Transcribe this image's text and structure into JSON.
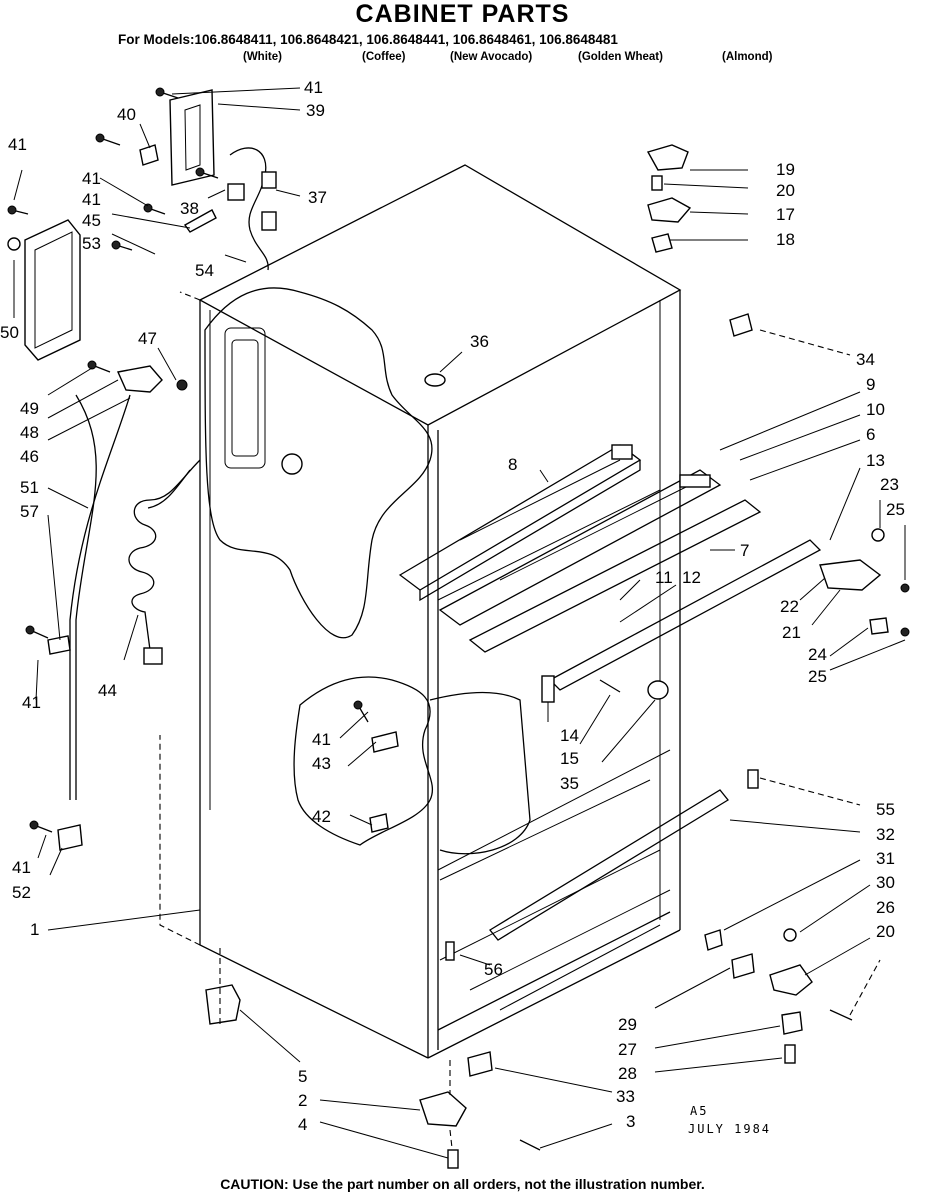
{
  "title": "CABINET PARTS",
  "models_line": "For Models:106.8648411, 106.8648421, 106.8648441, 106.8648461, 106.8648481",
  "colors": [
    "(White)",
    "(Coffee)",
    "(New Avocado)",
    "(Golden Wheat)",
    "(Almond)"
  ],
  "stamp_code": "A5",
  "stamp_date": "JULY 1984",
  "caution_label": "CAUTION:",
  "caution_text": "Use the part number on all orders, not the illustration number.",
  "callouts": [
    {
      "id": "c41a",
      "text": "41"
    },
    {
      "id": "c39",
      "text": "39"
    },
    {
      "id": "c40",
      "text": "40"
    },
    {
      "id": "c41b",
      "text": "41"
    },
    {
      "id": "c41c",
      "text": "41"
    },
    {
      "id": "c37",
      "text": "37"
    },
    {
      "id": "c38",
      "text": "38"
    },
    {
      "id": "c41d",
      "text": "41"
    },
    {
      "id": "c45",
      "text": "45"
    },
    {
      "id": "c53",
      "text": "53"
    },
    {
      "id": "c54",
      "text": "54"
    },
    {
      "id": "c50",
      "text": "50"
    },
    {
      "id": "c47",
      "text": "47"
    },
    {
      "id": "c49",
      "text": "49"
    },
    {
      "id": "c48",
      "text": "48"
    },
    {
      "id": "c46",
      "text": "46"
    },
    {
      "id": "c51",
      "text": "51"
    },
    {
      "id": "c57",
      "text": "57"
    },
    {
      "id": "c41e",
      "text": "41"
    },
    {
      "id": "c44",
      "text": "44"
    },
    {
      "id": "c41f",
      "text": "41"
    },
    {
      "id": "c52",
      "text": "52"
    },
    {
      "id": "c1",
      "text": "1"
    },
    {
      "id": "c36",
      "text": "36"
    },
    {
      "id": "c19",
      "text": "19"
    },
    {
      "id": "c20a",
      "text": "20"
    },
    {
      "id": "c17",
      "text": "17"
    },
    {
      "id": "c18",
      "text": "18"
    },
    {
      "id": "c34",
      "text": "34"
    },
    {
      "id": "c9",
      "text": "9"
    },
    {
      "id": "c10",
      "text": "10"
    },
    {
      "id": "c6",
      "text": "6"
    },
    {
      "id": "c13",
      "text": "13"
    },
    {
      "id": "c8",
      "text": "8"
    },
    {
      "id": "c23",
      "text": "23"
    },
    {
      "id": "c25a",
      "text": "25"
    },
    {
      "id": "c7",
      "text": "7"
    },
    {
      "id": "c11",
      "text": "11"
    },
    {
      "id": "c12",
      "text": "12"
    },
    {
      "id": "c22",
      "text": "22"
    },
    {
      "id": "c21",
      "text": "21"
    },
    {
      "id": "c24",
      "text": "24"
    },
    {
      "id": "c25b",
      "text": "25"
    },
    {
      "id": "c14",
      "text": "14"
    },
    {
      "id": "c15",
      "text": "15"
    },
    {
      "id": "c35",
      "text": "35"
    },
    {
      "id": "c41g",
      "text": "41"
    },
    {
      "id": "c43",
      "text": "43"
    },
    {
      "id": "c42",
      "text": "42"
    },
    {
      "id": "c55",
      "text": "55"
    },
    {
      "id": "c32",
      "text": "32"
    },
    {
      "id": "c31",
      "text": "31"
    },
    {
      "id": "c30",
      "text": "30"
    },
    {
      "id": "c26",
      "text": "26"
    },
    {
      "id": "c20b",
      "text": "20"
    },
    {
      "id": "c56",
      "text": "56"
    },
    {
      "id": "c29",
      "text": "29"
    },
    {
      "id": "c27",
      "text": "27"
    },
    {
      "id": "c28",
      "text": "28"
    },
    {
      "id": "c5",
      "text": "5"
    },
    {
      "id": "c33",
      "text": "33"
    },
    {
      "id": "c2",
      "text": "2"
    },
    {
      "id": "c3",
      "text": "3"
    },
    {
      "id": "c4",
      "text": "4"
    }
  ]
}
